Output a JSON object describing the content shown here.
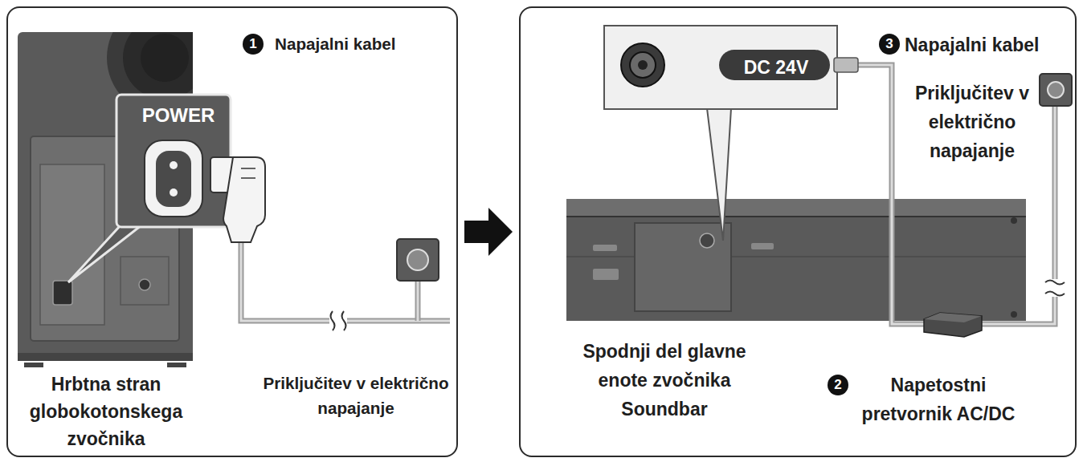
{
  "diagram": {
    "nodes": [
      {
        "text": [
          "POWER",
          "Napajalni kabel",
          "Hrbtna stran globokotonskega zvočnika",
          "Priključitev v električno napajanje"
        ]
      },
      {
        "text": [
          "DC 24V",
          "Napajalni kabel",
          "Priključitev v električno napajanje",
          "Spodnji del glavne enote zvočnika Soundbar",
          "Napetostni pretvornik AC/DC"
        ]
      }
    ],
    "edges": [
      {
        "from": 0,
        "to": 1,
        "arrow": "to"
      }
    ],
    "labels": [
      "1",
      "3",
      "2"
    ]
  }
}
